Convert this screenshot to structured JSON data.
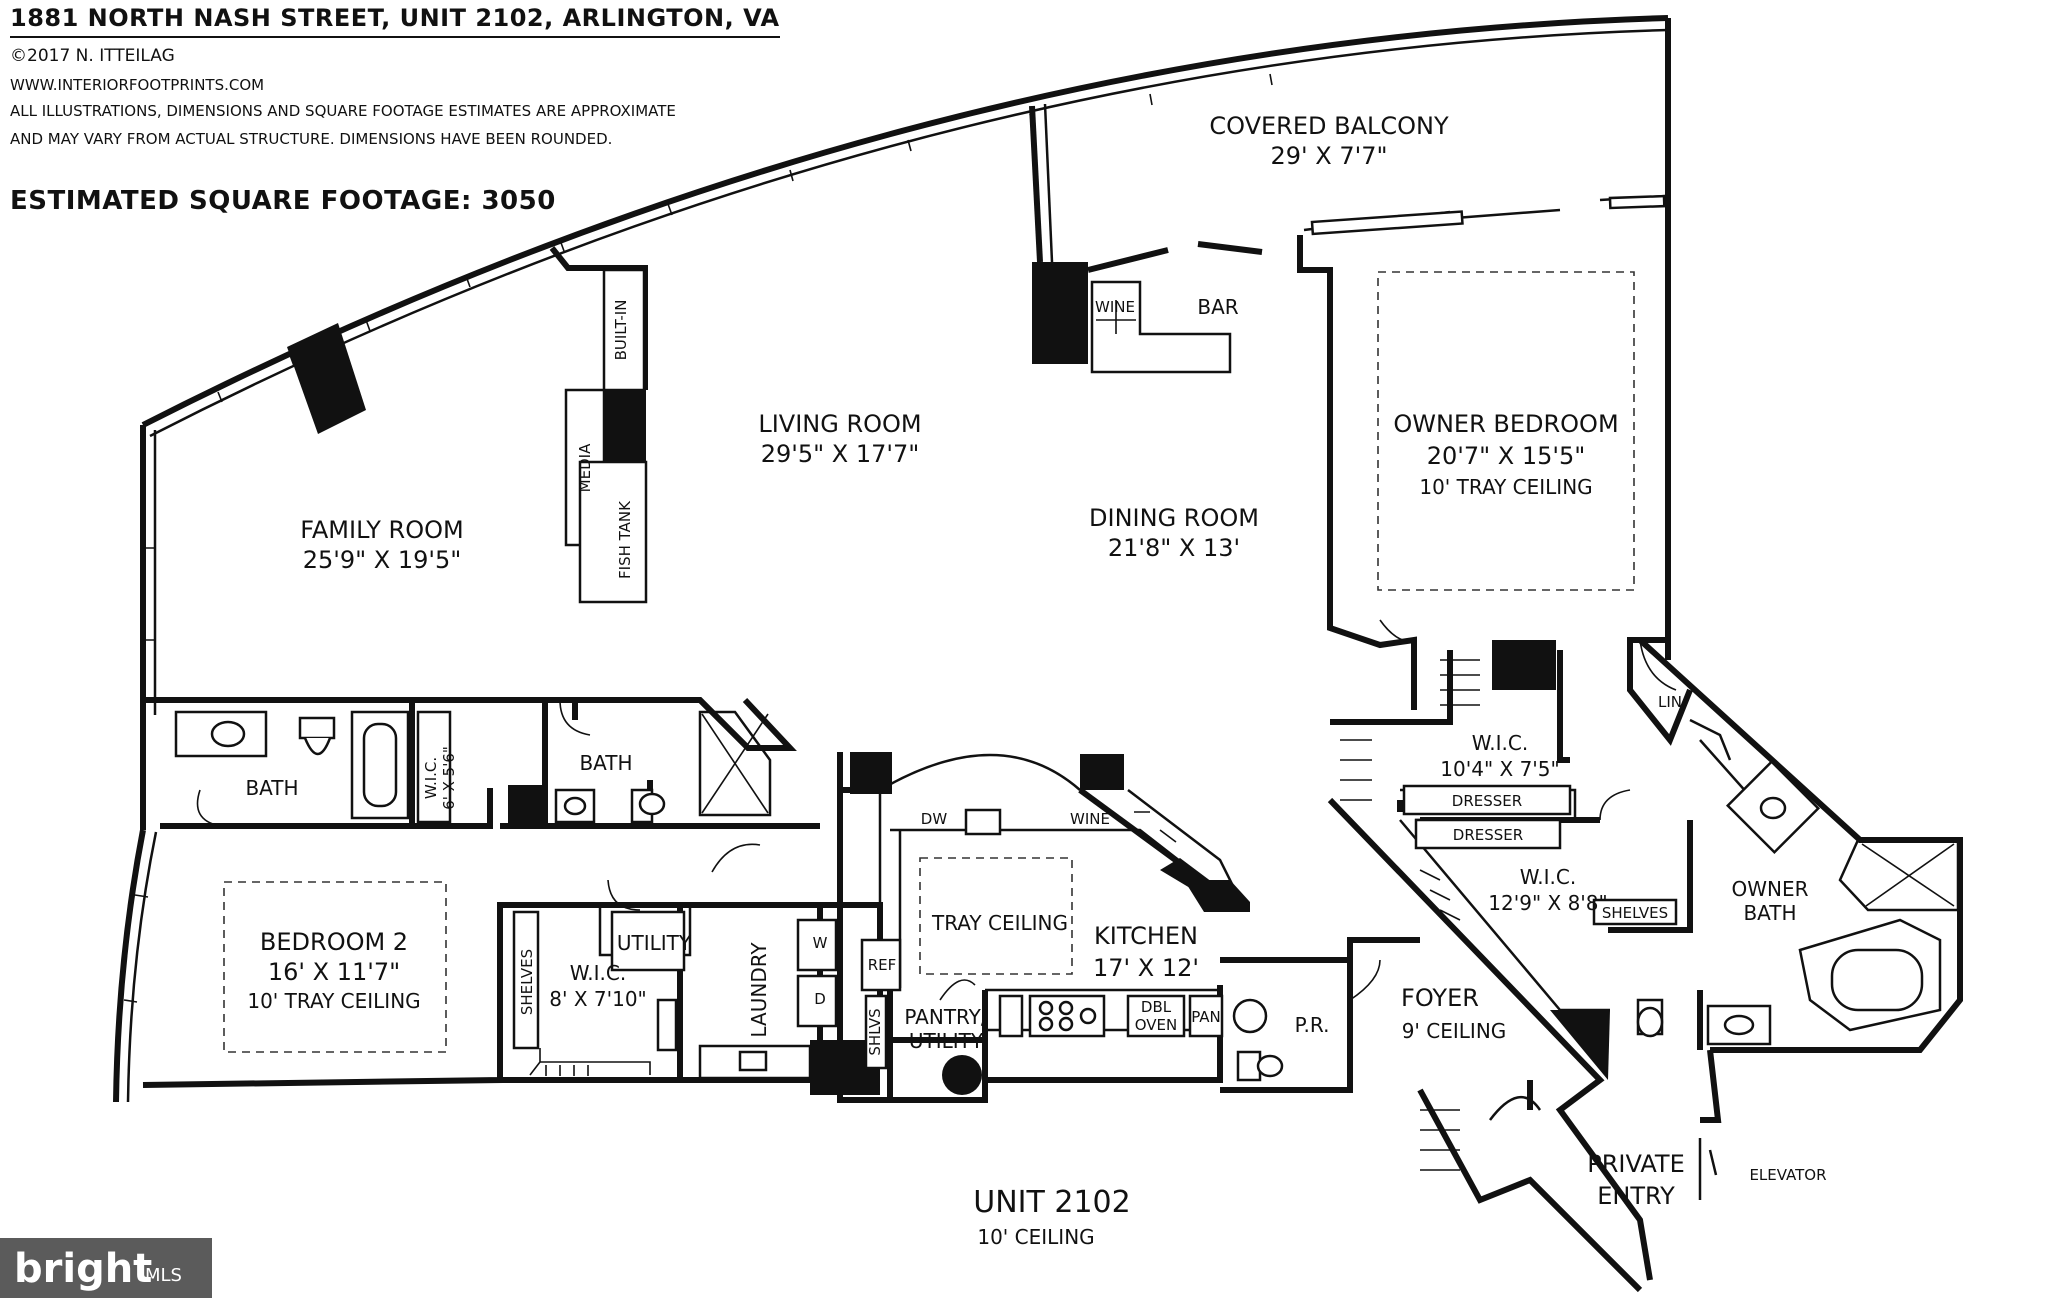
{
  "header": {
    "address": "1881 NORTH NASH STREET, UNIT 2102, ARLINGTON, VA",
    "copyright": "©2017 N. ITTEILAG",
    "website": "WWW.INTERIORFOOTPRINTS.COM",
    "disclaimer_line1": "ALL ILLUSTRATIONS, DIMENSIONS AND SQUARE FOOTAGE ESTIMATES ARE APPROXIMATE",
    "disclaimer_line2": "AND MAY VARY FROM ACTUAL STRUCTURE. DIMENSIONS HAVE BEEN ROUNDED.",
    "square_footage": "ESTIMATED SQUARE FOOTAGE: 3050"
  },
  "rooms": {
    "covered_balcony": {
      "name": "COVERED BALCONY",
      "dims": "29' X 7'7\""
    },
    "living_room": {
      "name": "LIVING ROOM",
      "dims": "29'5\" X 17'7\""
    },
    "family_room": {
      "name": "FAMILY ROOM",
      "dims": "25'9\" X 19'5\""
    },
    "dining_room": {
      "name": "DINING ROOM",
      "dims": "21'8\" X 13'"
    },
    "owner_bedroom": {
      "name": "OWNER BEDROOM",
      "dims": "20'7\" X 15'5\"",
      "note": "10' TRAY CEILING"
    },
    "bedroom2": {
      "name": "BEDROOM 2",
      "dims": "16' X 11'7\"",
      "note": "10' TRAY CEILING"
    },
    "kitchen": {
      "name": "KITCHEN",
      "dims": "17' X 12'",
      "note": "TRAY CEILING"
    },
    "foyer": {
      "name": "FOYER",
      "note": "9' CEILING"
    },
    "private_entry": {
      "line1": "PRIVATE",
      "line2": "ENTRY"
    },
    "owner_bath": {
      "line1": "OWNER",
      "line2": "BATH"
    },
    "wic_owner_upper": {
      "name": "W.I.C.",
      "dims": "10'4\" X 7'5\""
    },
    "wic_owner_lower": {
      "name": "W.I.C.",
      "dims": "12'9\" X 8'8\""
    },
    "wic_bed2": {
      "name": "W.I.C.",
      "dims": "8' X 7'10\""
    },
    "wic_small": {
      "name": "W.I.C.",
      "dims": "6' X 5'6\""
    },
    "unit": {
      "name": "UNIT 2102",
      "note": "10' CEILING"
    }
  },
  "fixtures": {
    "bar": "BAR",
    "wine": "WINE",
    "built_in": "BUILT-IN",
    "media": "MEDIA",
    "fish_tank": "FISH TANK",
    "bath": "BATH",
    "utility": "UTILITY",
    "laundry": "LAUNDRY",
    "washer": "W",
    "dryer": "D",
    "shelves": "SHELVES",
    "ref": "REF",
    "dw": "DW",
    "wine_kitchen": "WINE",
    "shlvs": "SHLVS",
    "pantry_line1": "PANTRY/",
    "pantry_line2": "UTILITY",
    "dbl": "DBL",
    "oven": "OVEN",
    "pan": "PAN",
    "pr": "P.R.",
    "lin": "LIN",
    "dresser": "DRESSER",
    "elevator": "ELEVATOR"
  },
  "badge": {
    "brand": "bright",
    "sub": "MLS"
  }
}
